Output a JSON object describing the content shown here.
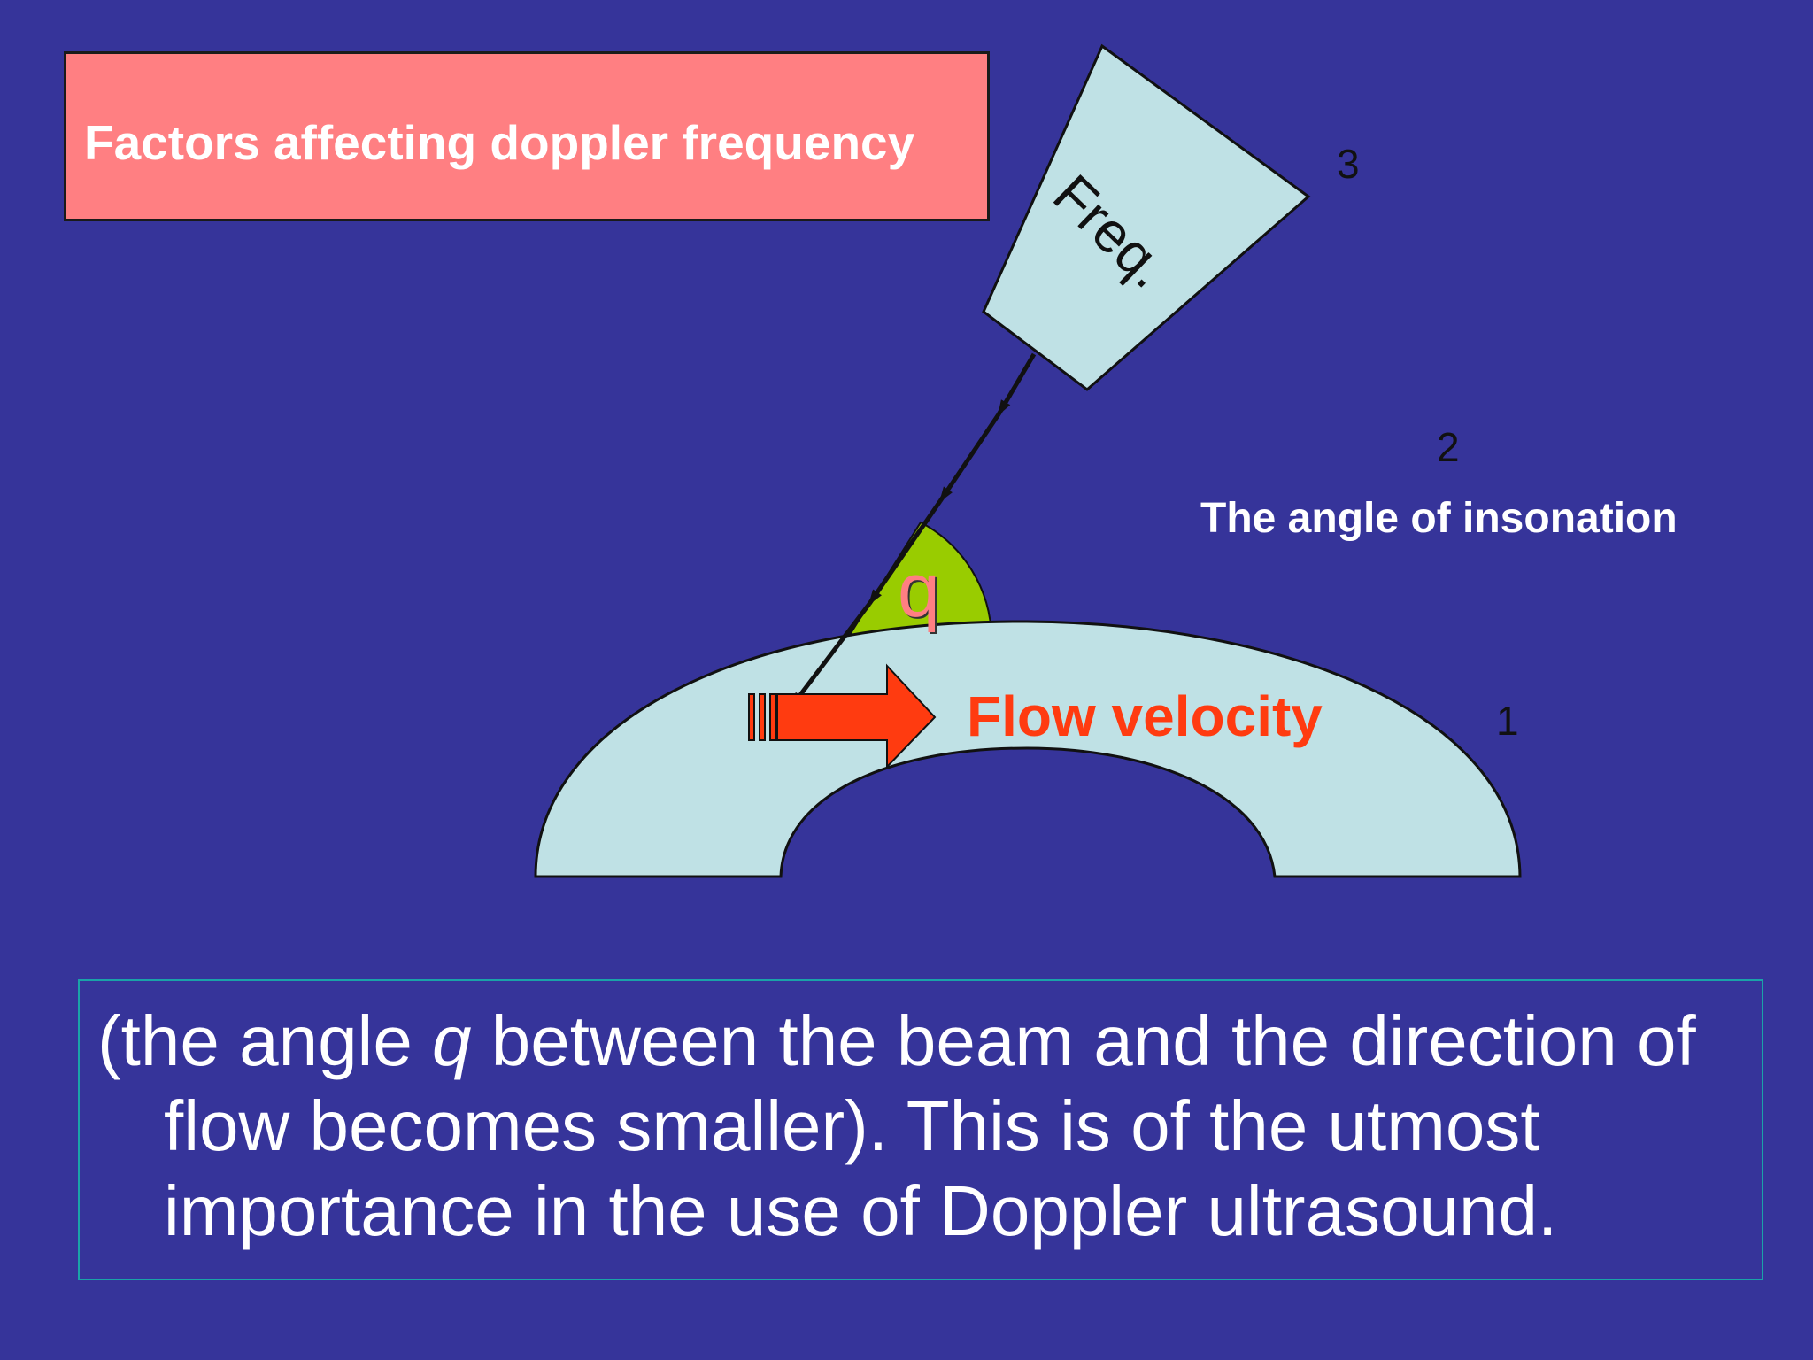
{
  "title": "Factors affecting doppler frequency",
  "probe_label": "Freq.",
  "angle_symbol": "q",
  "labels": {
    "num_3": "3",
    "num_2": "2",
    "num_1": "1",
    "angle_of_insonation": "The angle of insonation",
    "flow_velocity": "Flow velocity"
  },
  "caption": {
    "before_symbol": "(the angle ",
    "symbol": "q",
    "after_symbol": " between the beam and the direction of flow becomes smaller). This is of the utmost importance in the use of Doppler ultrasound."
  },
  "colors": {
    "background": "#36349a",
    "title_box": "#ff7f82",
    "vessel": "#bfe1e5",
    "angle_wedge": "#99cc00",
    "flow_arrow": "#ff3b10",
    "caption_border": "#1aa3a8"
  }
}
